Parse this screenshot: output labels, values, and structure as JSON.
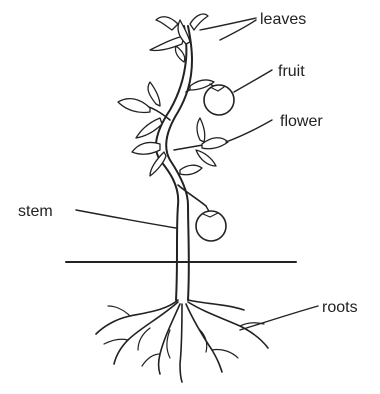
{
  "diagram": {
    "labels": {
      "leaves": "leaves",
      "fruit": "fruit",
      "flower": "flower",
      "stem": "stem",
      "roots": "roots"
    }
  }
}
